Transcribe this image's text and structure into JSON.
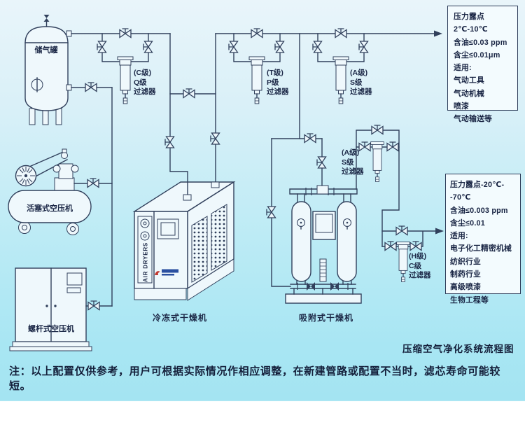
{
  "title": {
    "caption": "压缩空气净化系统流程图",
    "note": "注：以上配置仅供参考，用户可根据实际情况作相应调整，在新建管路或配置不当时，滤芯寿命可能较短。"
  },
  "equipment": {
    "storage_tank": "储气罐",
    "piston_compressor": "活塞式空压机",
    "screw_compressor": "螺杆式空压机",
    "refrigerated_dryer": "冷冻式干燥机",
    "adsorption_dryer": "吸附式干燥机",
    "air_dryers_side_text": "AIR DRYERS"
  },
  "filters": {
    "cq": "(C级)\nQ级\n过滤器",
    "tp": "(T级)\nP级\n过滤器",
    "as_top": "(A级)\nS级\n过滤器",
    "as_pre": "(A级)\nS级\n过滤器",
    "hc": "(H级)\nC级\n过滤器"
  },
  "spec_box_1": {
    "lines": [
      "压力露点2℃-10℃",
      "含油≤0.03 ppm",
      "含尘≤0.01μm",
      "适用:",
      "气动工具",
      "气动机械",
      "喷漆",
      "气动输送等"
    ]
  },
  "spec_box_2": {
    "lines": [
      "压力露点-20℃--70℃",
      "含油≤0.003 ppm",
      "含尘≤0.01",
      "适用:",
      "电子化工精密机械",
      "纺织行业",
      "制药行业",
      "高级喷漆",
      "生物工程等"
    ]
  },
  "colors": {
    "pipe_line": "#31405c",
    "background_top": "#e9f5fa",
    "background_bottom": "#a4e4f2",
    "spec_box_fill": "#f3fbfe",
    "logo_red": "#c23a32",
    "logo_blue": "#2a4fa0"
  }
}
